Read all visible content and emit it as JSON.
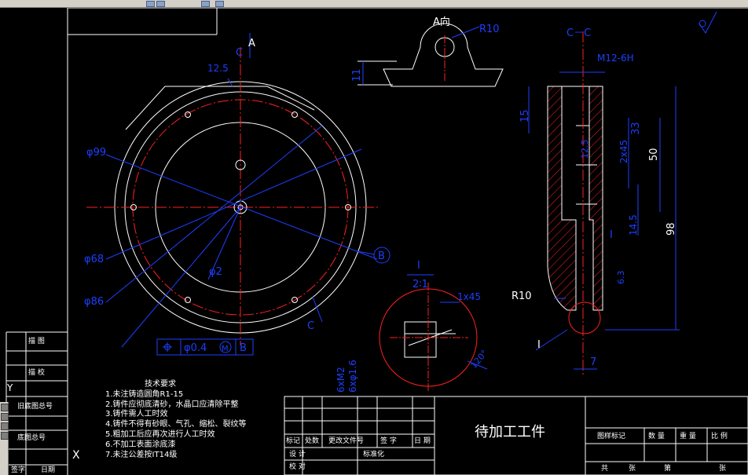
{
  "app": {
    "title": "AutoCAD drawing"
  },
  "colors": {
    "background": "#000000",
    "outline": "#ffffff",
    "dimension": "#1c3fff",
    "centerline": "#ff2020",
    "hatch": "#ff2020"
  },
  "toolbar": {
    "icons": [
      "zoom-icon",
      "pan-icon",
      "layer-icon",
      "properties-icon"
    ]
  },
  "views": {
    "a_arrow": "A",
    "c_arrow_top": "C",
    "c_arrow_bottom": "C",
    "b_balloon": "B",
    "a_view_title": "A向",
    "section_title": "C－C",
    "detail_num": "Ⅰ",
    "detail_scale": "2∶1",
    "detail_marker": "Ⅰ"
  },
  "dims": {
    "roughness_top": "12.5",
    "phi99": "φ99",
    "phi68": "φ68",
    "phi86": "φ86",
    "phi2": "φ2",
    "r10_top": "R10",
    "dim11": "11",
    "thread": "M12-6H",
    "dim15": "15",
    "dim33": "33",
    "dim50": "50",
    "dim98": "98",
    "dim2x45": "2x45",
    "dim14_5": "14.5",
    "dim12_5": "12.5",
    "dim6_3": "6.3",
    "dim7": "7",
    "r10_side": "R10",
    "chamfer": "1x45",
    "drill_note_1": "6xM2",
    "drill_note_2": "6xφ1.6",
    "detail_angle": "120°",
    "fcf_tol": "φ0.4",
    "fcf_mod": "M",
    "fcf_datum": "B"
  },
  "notes": {
    "title": "技术要求",
    "lines": [
      "1.未注铸造圆角R1-15",
      "2.铸件应彻底清砂，水晶口应清除平整",
      "3.铸件需人工时效",
      "4.铸件不得有砂眼、气孔、缩松、裂纹等",
      "5.粗加工后应再次进行人工时效",
      "6.不加工表面涂底漆",
      "7.未注公差按IT14级"
    ]
  },
  "title_block": {
    "part_name": "待加工工件",
    "row_labels": [
      "标记",
      "处数",
      "更改文件号",
      "签 字",
      "日 期"
    ],
    "design": "设 计",
    "standard": "标准化",
    "check": "校 对",
    "stage_mark": "图样标记",
    "quantity": "数 量",
    "weight": "重 量",
    "scale": "比 例",
    "sheet_total": "共",
    "sheet_of": "张",
    "sheet_num": "第",
    "sheet_end": "张"
  },
  "side_block": {
    "labels": [
      "描 图",
      "描 校",
      "旧底图总号",
      "底图总号",
      "签字",
      "日期"
    ]
  },
  "ucs": {
    "x": "X",
    "y": "Y"
  }
}
